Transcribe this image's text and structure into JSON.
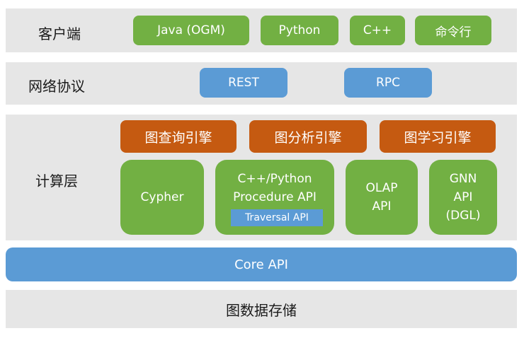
{
  "client_layer": {
    "label": "客户端",
    "items": [
      "Java (OGM)",
      "Python",
      "C++",
      "命令行"
    ]
  },
  "protocol_layer": {
    "label": "网络协议",
    "items": [
      "REST",
      "RPC"
    ]
  },
  "compute_layer": {
    "label": "计算层",
    "engines": [
      "图查询引擎",
      "图分析引擎",
      "图学习引擎"
    ],
    "modules": {
      "cypher": "Cypher",
      "procedure_line1": "C++/Python",
      "procedure_line2": "Procedure API",
      "traversal": "Traversal API",
      "olap_line1": "OLAP",
      "olap_line2": "API",
      "gnn_line1": "GNN",
      "gnn_line2": "API",
      "gnn_line3": "(DGL)"
    }
  },
  "core_api": "Core API",
  "storage": "图数据存储",
  "colors": {
    "band": "#e6e6e6",
    "green": "#72b043",
    "blue": "#5b9bd5",
    "orange": "#c55a11"
  }
}
